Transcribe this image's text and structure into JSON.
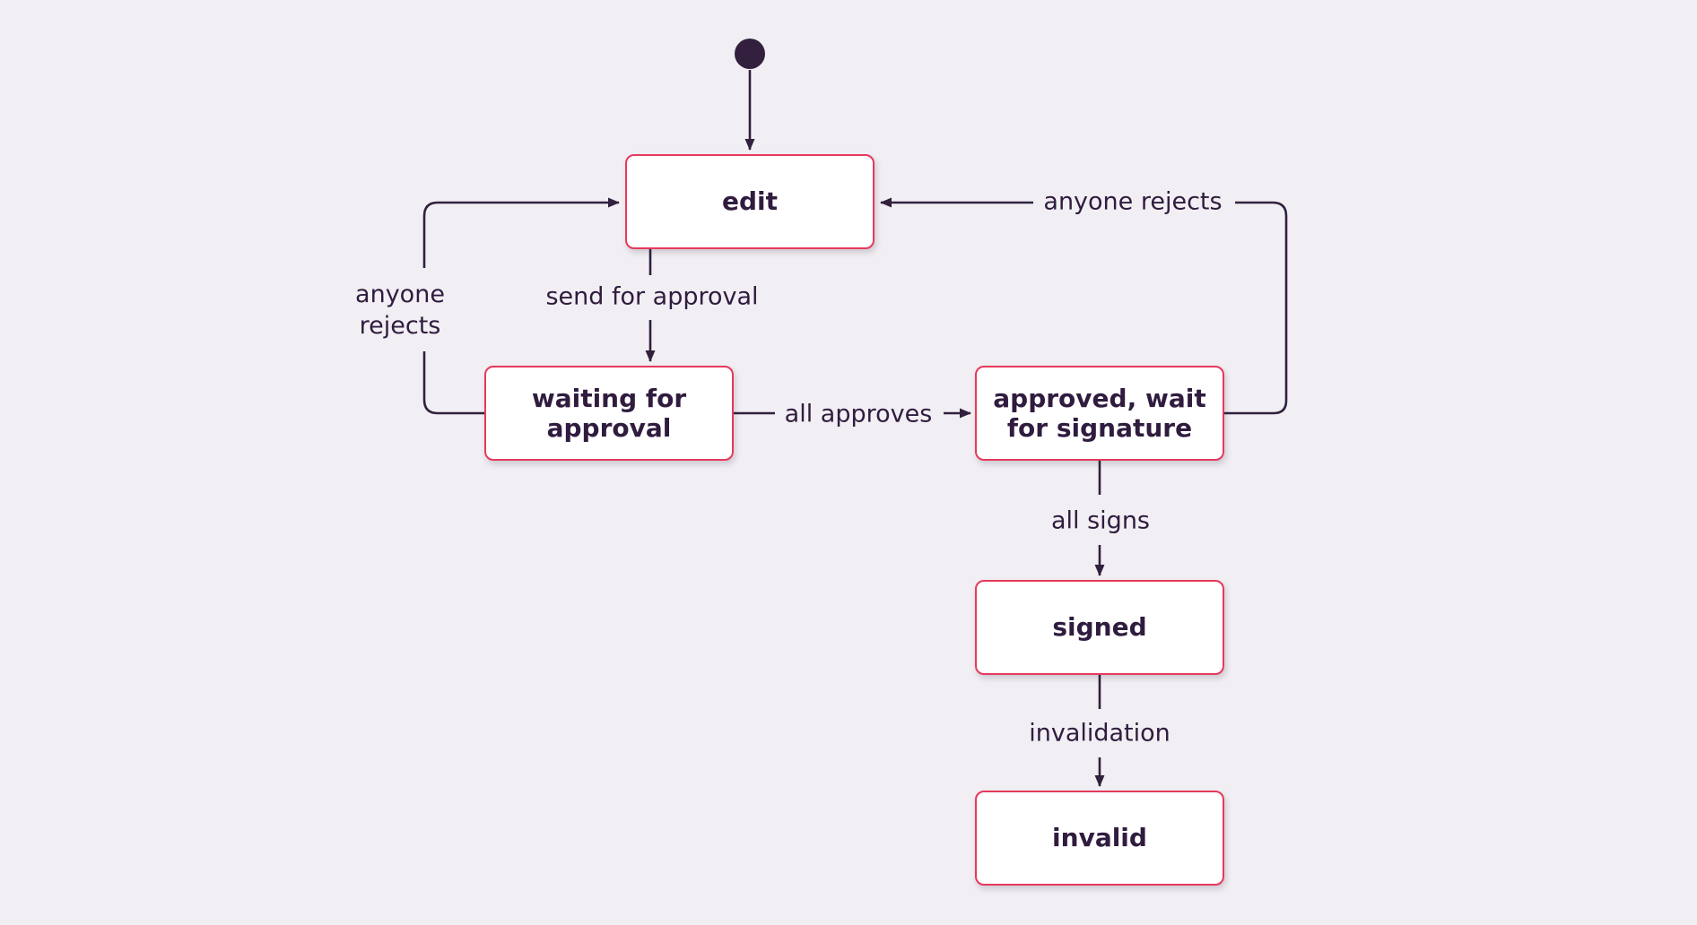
{
  "colors": {
    "background": "#f1eff3",
    "node_fill": "#ffffff",
    "node_border": "#e6395c",
    "line": "#32203e",
    "text": "#301c3f"
  },
  "diagram_type": "state-diagram",
  "nodes": {
    "start": {
      "kind": "initial-state"
    },
    "edit": {
      "label": "edit"
    },
    "waiting_for_approval": {
      "label": "waiting for approval"
    },
    "approved_wait_for_signature": {
      "label": "approved, wait for signature"
    },
    "signed": {
      "label": "signed"
    },
    "invalid": {
      "label": "invalid"
    }
  },
  "edges": [
    {
      "from": "start",
      "to": "edit",
      "label": ""
    },
    {
      "from": "edit",
      "to": "waiting_for_approval",
      "label": "send for approval"
    },
    {
      "from": "waiting_for_approval",
      "to": "edit",
      "label": "anyone rejects"
    },
    {
      "from": "waiting_for_approval",
      "to": "approved_wait_for_signature",
      "label": "all approves"
    },
    {
      "from": "approved_wait_for_signature",
      "to": "edit",
      "label": "anyone rejects"
    },
    {
      "from": "approved_wait_for_signature",
      "to": "signed",
      "label": "all signs"
    },
    {
      "from": "signed",
      "to": "invalid",
      "label": "invalidation"
    }
  ]
}
